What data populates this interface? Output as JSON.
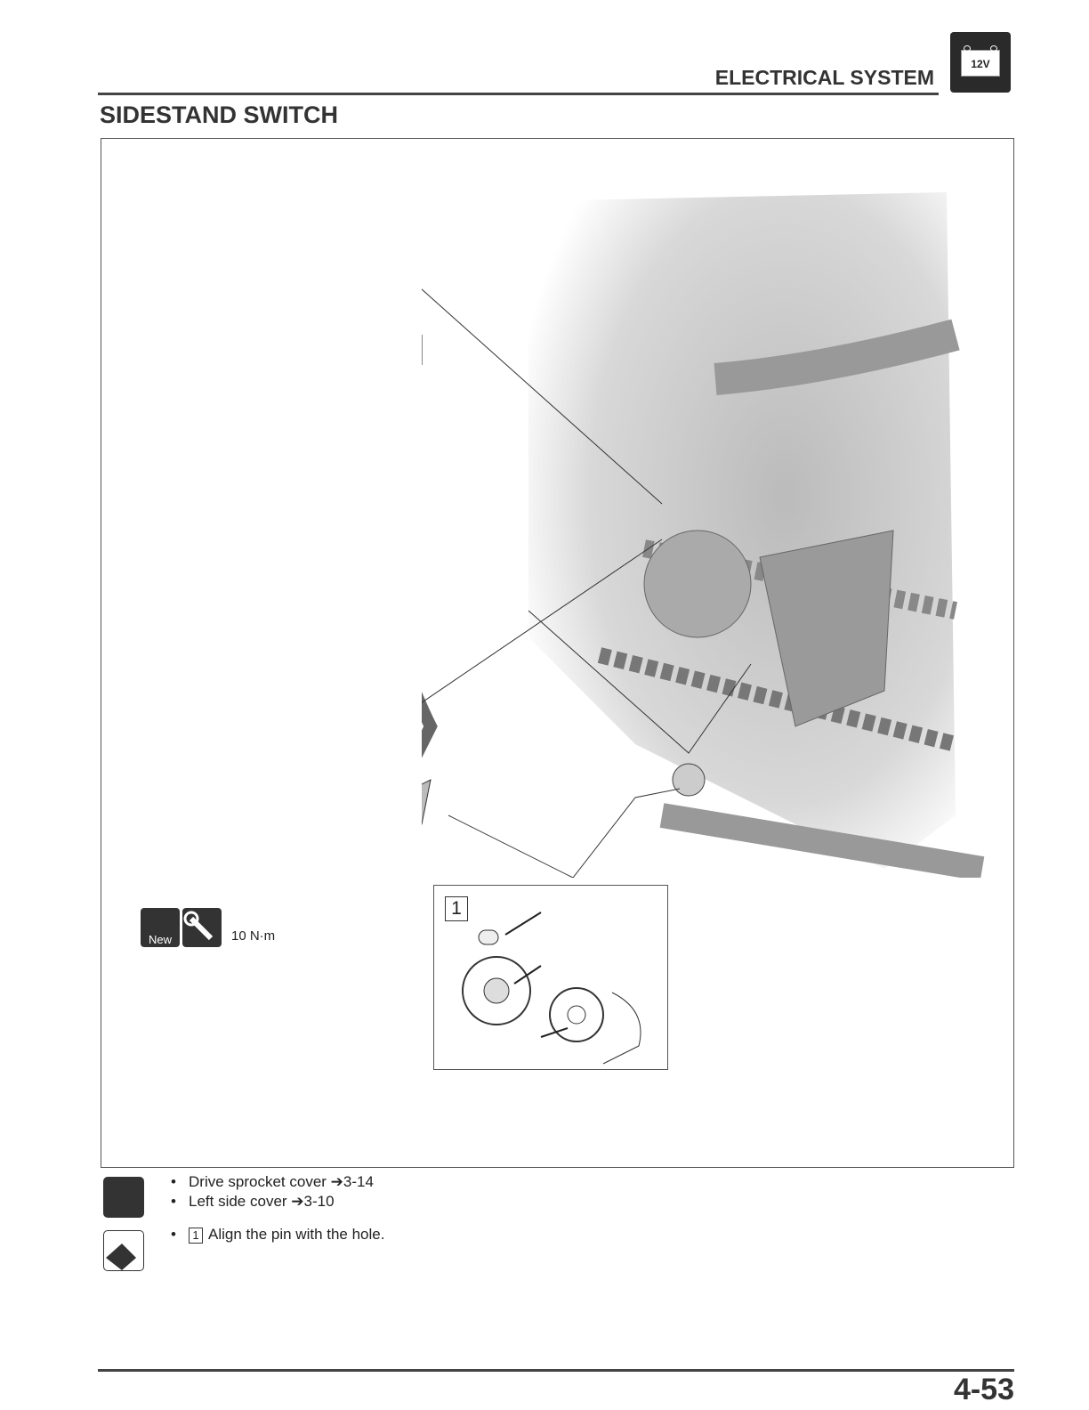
{
  "header": {
    "section": "ELECTRICAL SYSTEM",
    "badge": "12V"
  },
  "title": "SIDESTAND SWITCH",
  "figure": {
    "inset_label": "1",
    "new_label": "New",
    "torque": "10 N·m"
  },
  "notes": {
    "removal": [
      "Drive sprocket cover ➔3-14",
      "Left side cover ➔3-10"
    ],
    "install_num": "1",
    "install": "Align the pin with the hole."
  },
  "page_number": "4-53"
}
